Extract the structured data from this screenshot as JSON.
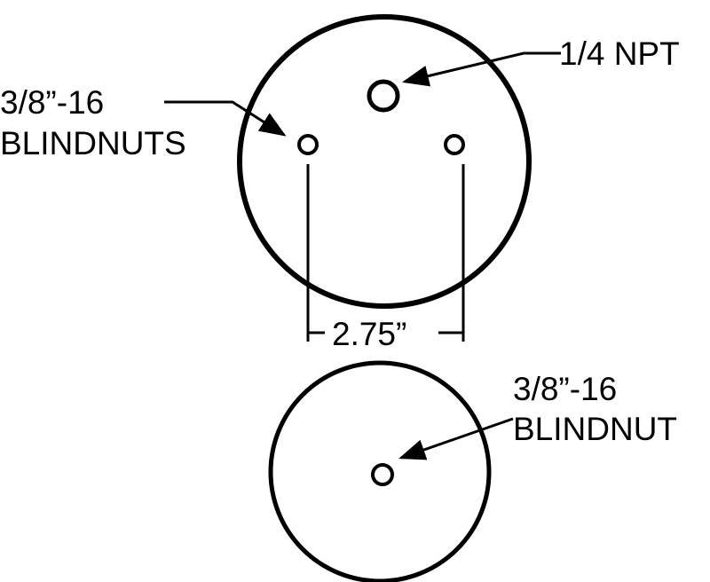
{
  "top_plate": {
    "port_label": "1/4 NPT",
    "blindnut_label_line1": "3/8”-16",
    "blindnut_label_line2": "BLINDNUTS",
    "spacing_label": "2.75”"
  },
  "bottom_plate": {
    "blindnut_label_line1": "3/8”-16",
    "blindnut_label_line2": "BLINDNUT"
  },
  "colors": {
    "ink": "#000000",
    "background": "#ffffff"
  }
}
